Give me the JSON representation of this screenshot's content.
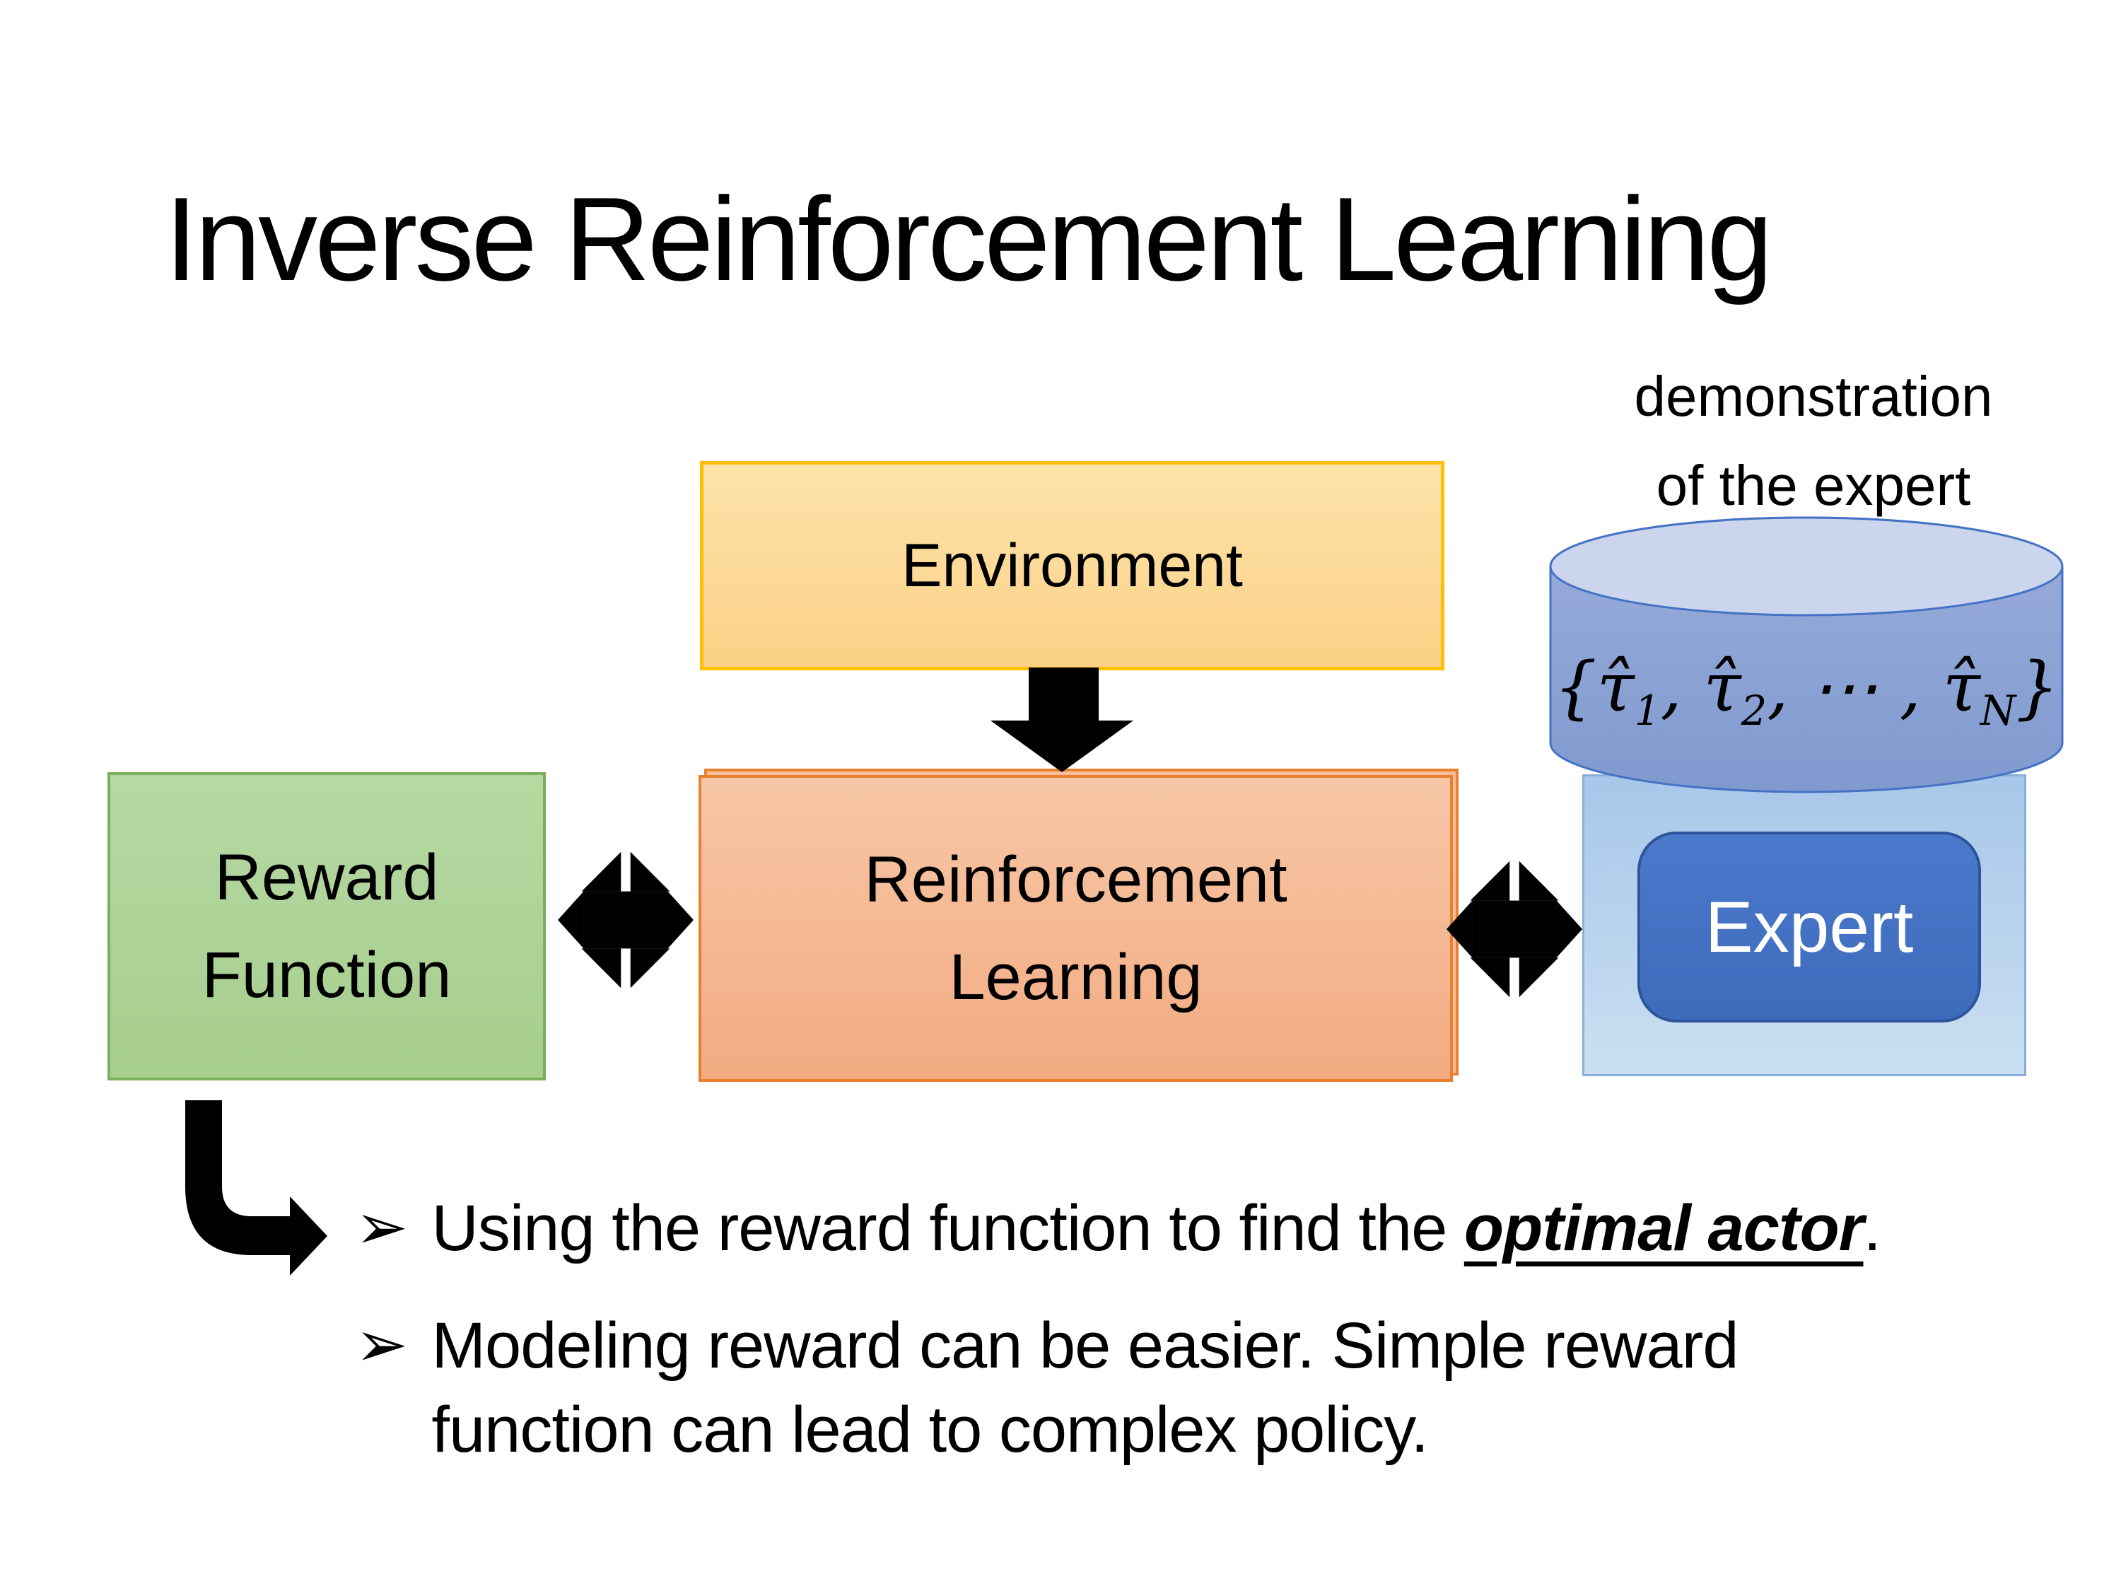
{
  "slide": {
    "title": "Inverse Reinforcement Learning"
  },
  "diagram": {
    "environment": {
      "label": "Environment"
    },
    "reward_function": {
      "line1": "Reward",
      "line2": "Function"
    },
    "reinforcement_learning": {
      "line1": "Reinforcement",
      "line2": "Learning"
    },
    "expert": {
      "label": "Expert"
    },
    "demonstration": {
      "line1": "demonstration",
      "line2": "of the expert"
    },
    "trajectory_set": {
      "open_brace": "{",
      "tau_hat": "τ̂",
      "sub1": "1",
      "sub2": "2",
      "sub_last": "N",
      "comma": ", ",
      "dots_segment": ", ⋯ , ",
      "close_brace": "}"
    }
  },
  "bullets": {
    "marker": "➢",
    "item1": {
      "prefix": "Using the reward function to find the ",
      "emphasis": "optimal actor",
      "suffix": "."
    },
    "item2": {
      "line1": "Modeling reward can be easier. Simple reward",
      "line2": "function can lead to complex policy."
    }
  },
  "colors": {
    "environment_fill": "#FCD187",
    "environment_border": "#FFC000",
    "reward_fill": "#A6CE8E",
    "reward_border": "#7CAF5C",
    "rl_fill": "#F2AB81",
    "rl_border": "#E8802F",
    "expert_container_fill": "#A7C7E9",
    "expert_button_fill": "#4472C4",
    "expert_button_border": "#30549B",
    "cylinder_body": "#8FA5D8",
    "cylinder_top": "#CBD5EE",
    "cylinder_stroke": "#4472C4",
    "arrow_black": "#000000"
  }
}
